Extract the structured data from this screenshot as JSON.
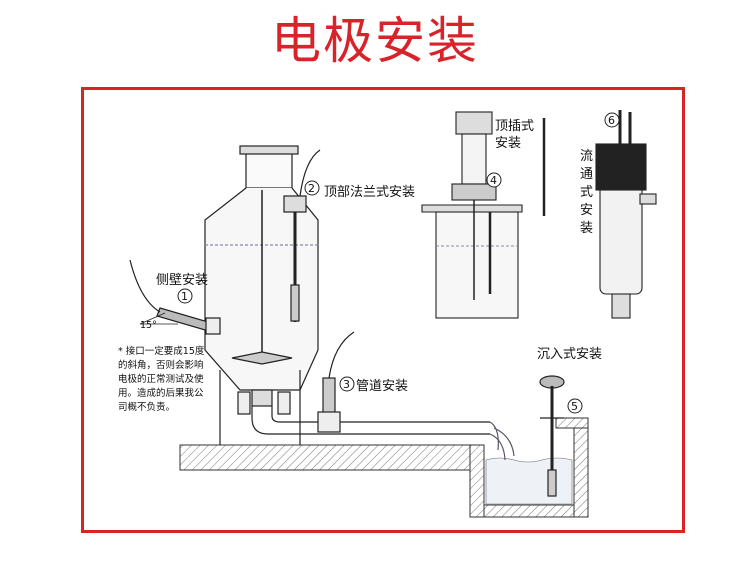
{
  "title": "电极安装",
  "labels": {
    "side_wall": "侧壁安装",
    "top_flange": "顶部法兰式安装",
    "pipeline": "管道安装",
    "top_insert_1": "顶插式",
    "top_insert_2": "安装",
    "flow_through": [
      "流",
      "通",
      "式",
      "安",
      "装"
    ],
    "submerged": "沉入式安装"
  },
  "numbers": [
    "1",
    "2",
    "3",
    "4",
    "5",
    "6"
  ],
  "angle": "15°",
  "note_lines": [
    "* 接口一定要成15度",
    "的斜角，否则会影响",
    "电极的正常测试及使",
    "用。造成的后果我公",
    "司概不负责。"
  ],
  "colors": {
    "accent": "#d9232a",
    "line": "#222222"
  }
}
